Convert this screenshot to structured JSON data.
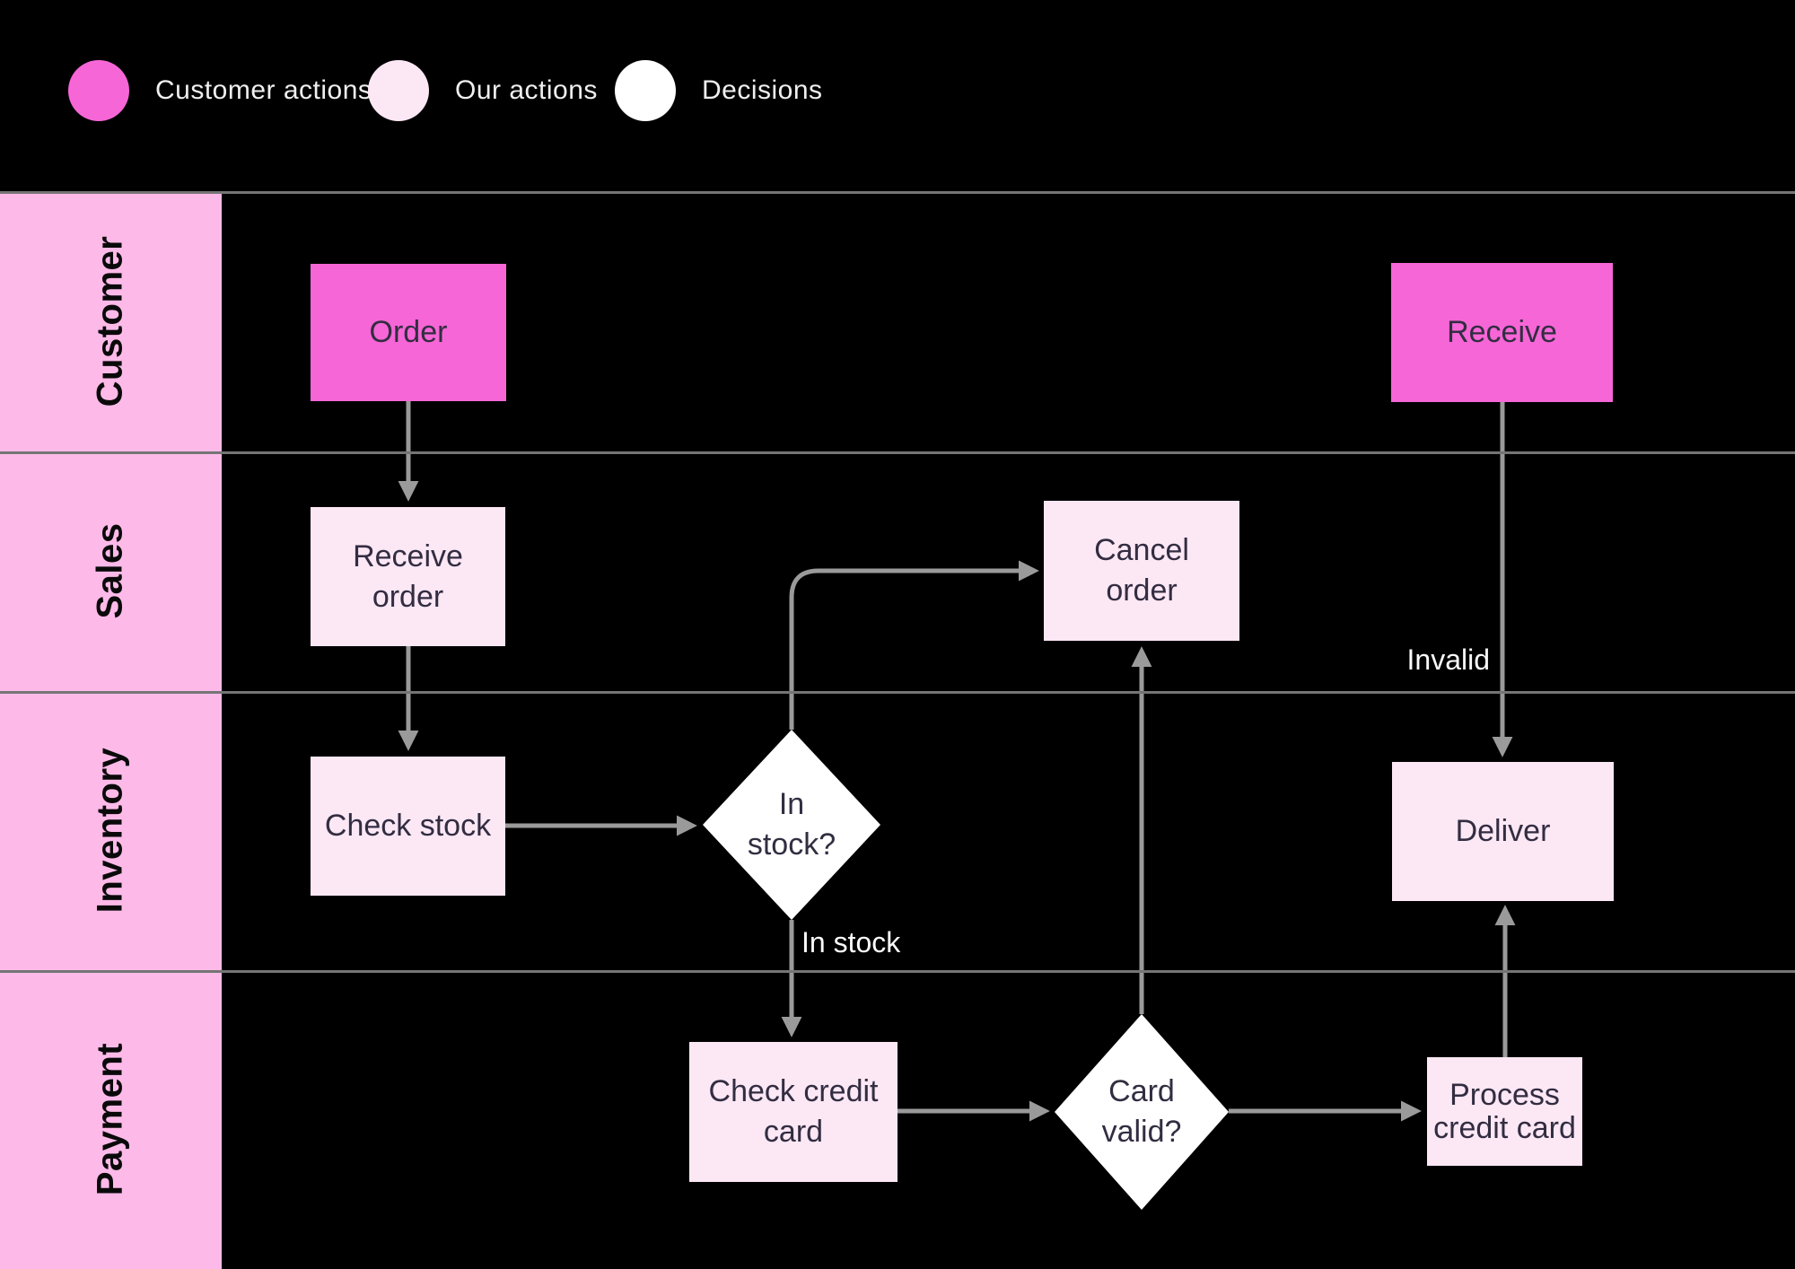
{
  "legend": {
    "items": [
      {
        "label": "Customer actions",
        "swatch": "customer-actions-swatch"
      },
      {
        "label": "Our actions",
        "swatch": "our-actions-swatch"
      },
      {
        "label": "Decisions",
        "swatch": "decisions-swatch"
      }
    ]
  },
  "lanes": [
    {
      "label": "Customer"
    },
    {
      "label": "Sales"
    },
    {
      "label": "Inventory"
    },
    {
      "label": "Payment"
    }
  ],
  "nodes": {
    "order": {
      "label": "Order",
      "type": "customer-action",
      "lane": "Customer"
    },
    "receive": {
      "label": "Receive",
      "type": "customer-action",
      "lane": "Customer"
    },
    "receive_order": {
      "label": "Receive order",
      "type": "our-action",
      "lane": "Sales"
    },
    "cancel_order": {
      "label": "Cancel order",
      "type": "our-action",
      "lane": "Sales"
    },
    "check_stock": {
      "label": "Check stock",
      "type": "our-action",
      "lane": "Inventory"
    },
    "in_stock": {
      "label": "In stock?",
      "type": "decision",
      "lane": "Inventory"
    },
    "deliver": {
      "label": "Deliver",
      "type": "our-action",
      "lane": "Inventory"
    },
    "check_credit_card": {
      "label": "Check credit card",
      "type": "our-action",
      "lane": "Payment"
    },
    "card_valid": {
      "label": "Card valid?",
      "type": "decision",
      "lane": "Payment"
    },
    "process_credit_card": {
      "label": "Process credit card",
      "type": "our-action",
      "lane": "Payment"
    }
  },
  "edge_labels": {
    "in_stock_yes": "In stock",
    "card_invalid": "Invalid"
  },
  "colors": {
    "background": "#000000",
    "lane_header": "#FDBAE9",
    "customer_action": "#F666D7",
    "our_action": "#FCE7F5",
    "decision": "#FFFFFF",
    "connector": "#9A9A9A",
    "lane_divider": "#757575",
    "node_text": "#322D41",
    "label_text": "#FAFAFA"
  }
}
